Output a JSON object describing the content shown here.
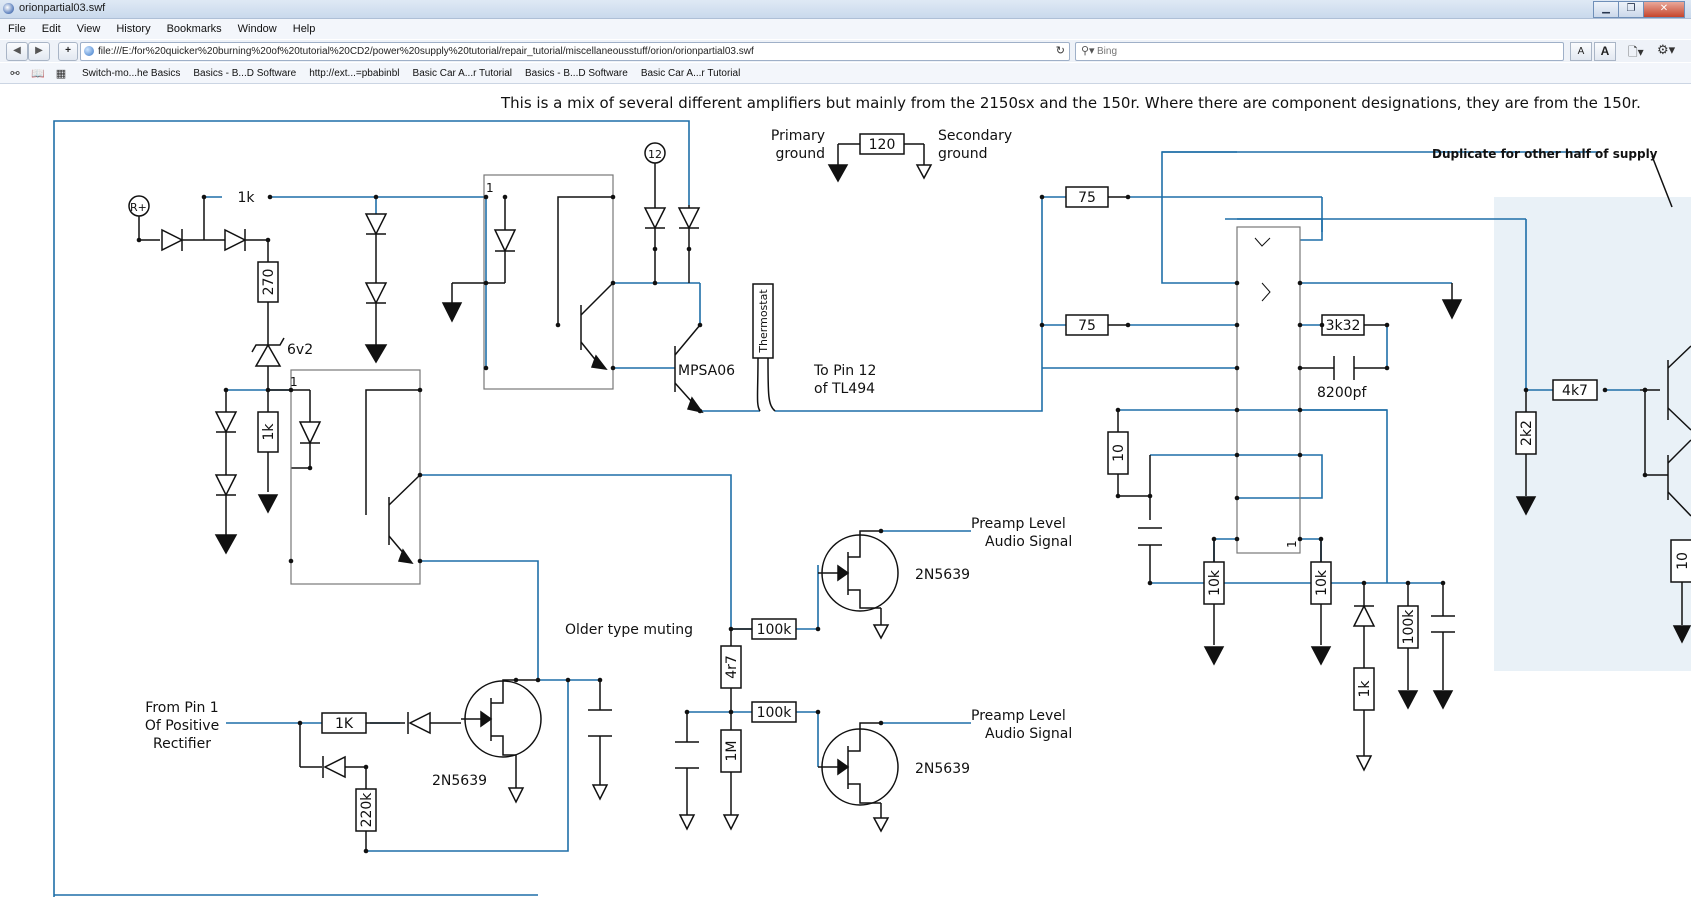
{
  "window": {
    "title": "orionpartial03.swf"
  },
  "menu": [
    "File",
    "Edit",
    "View",
    "History",
    "Bookmarks",
    "Window",
    "Help"
  ],
  "nav": {
    "back": "◀",
    "forward": "▶",
    "add": "+",
    "url": "file:///E:/for%20quicker%20burning%20of%20tutorial%20CD2/power%20supply%20tutorial/repair_tutorial/miscellaneousstuff/orion/orionpartial03.swf",
    "search_placeholder": "Bing",
    "font_small": "A",
    "font_large": "A"
  },
  "bookmarks": [
    "Switch-mo...he Basics",
    "Basics - B...D Software",
    "http://ext...=pbabinbl",
    "Basic Car A...r Tutorial",
    "Basics - B...D Software",
    "Basic Car A...r Tutorial"
  ],
  "schematic": {
    "note": "This is a mix of several different amplifiers but mainly from the 2150sx and the 150r. Where there are component designations, they are from the 150r.",
    "duplicate_note": "Duplicate for other half of supply",
    "labels": {
      "rplus": "R+",
      "twelve": "12",
      "primary_ground_1": "Primary",
      "primary_ground_2": "ground",
      "secondary_ground_1": "Secondary",
      "secondary_ground_2": "ground",
      "zener": "6v2",
      "q_mpsa06": "MPSA06",
      "thermostat": "Thermostat",
      "to_pin_1": "To Pin 12",
      "to_pin_2": "of TL494",
      "preamp1_1": "Preamp Level",
      "preamp1_2": "Audio Signal",
      "preamp2_1": "Preamp Level",
      "preamp2_2": "Audio Signal",
      "muting": "Older type muting",
      "from_pin_1": "From Pin 1",
      "from_pin_2": "Of Positive",
      "from_pin_3": "Rectifier",
      "jfet_a": "2N5639",
      "jfet_b": "2N5639",
      "jfet_c": "2N5639",
      "cap_8200": "8200pf",
      "pin_one_a": "1",
      "pin_one_b": "1",
      "pin_one_c": "1"
    },
    "resistors": {
      "r1k_top": "1k",
      "r270": "270",
      "r1k_left": "1k",
      "r120": "120",
      "r75_a": "75",
      "r75_b": "75",
      "r3k32": "3k32",
      "r10": "10",
      "r10k_a": "10k",
      "r10k_b": "10k",
      "r100k_v": "100k",
      "r1k_right": "1k",
      "r4k7": "4k7",
      "r2k2": "2k2",
      "r10_edge": "10",
      "r100k_a": "100k",
      "r100k_b": "100k",
      "r4r7": "4r7",
      "r1m": "1M",
      "r1K_bottom": "1K",
      "r220k": "220k"
    }
  },
  "colors": {
    "wire": "#1f6fa8",
    "component": "#111111",
    "shade": "#e9f1f7"
  }
}
